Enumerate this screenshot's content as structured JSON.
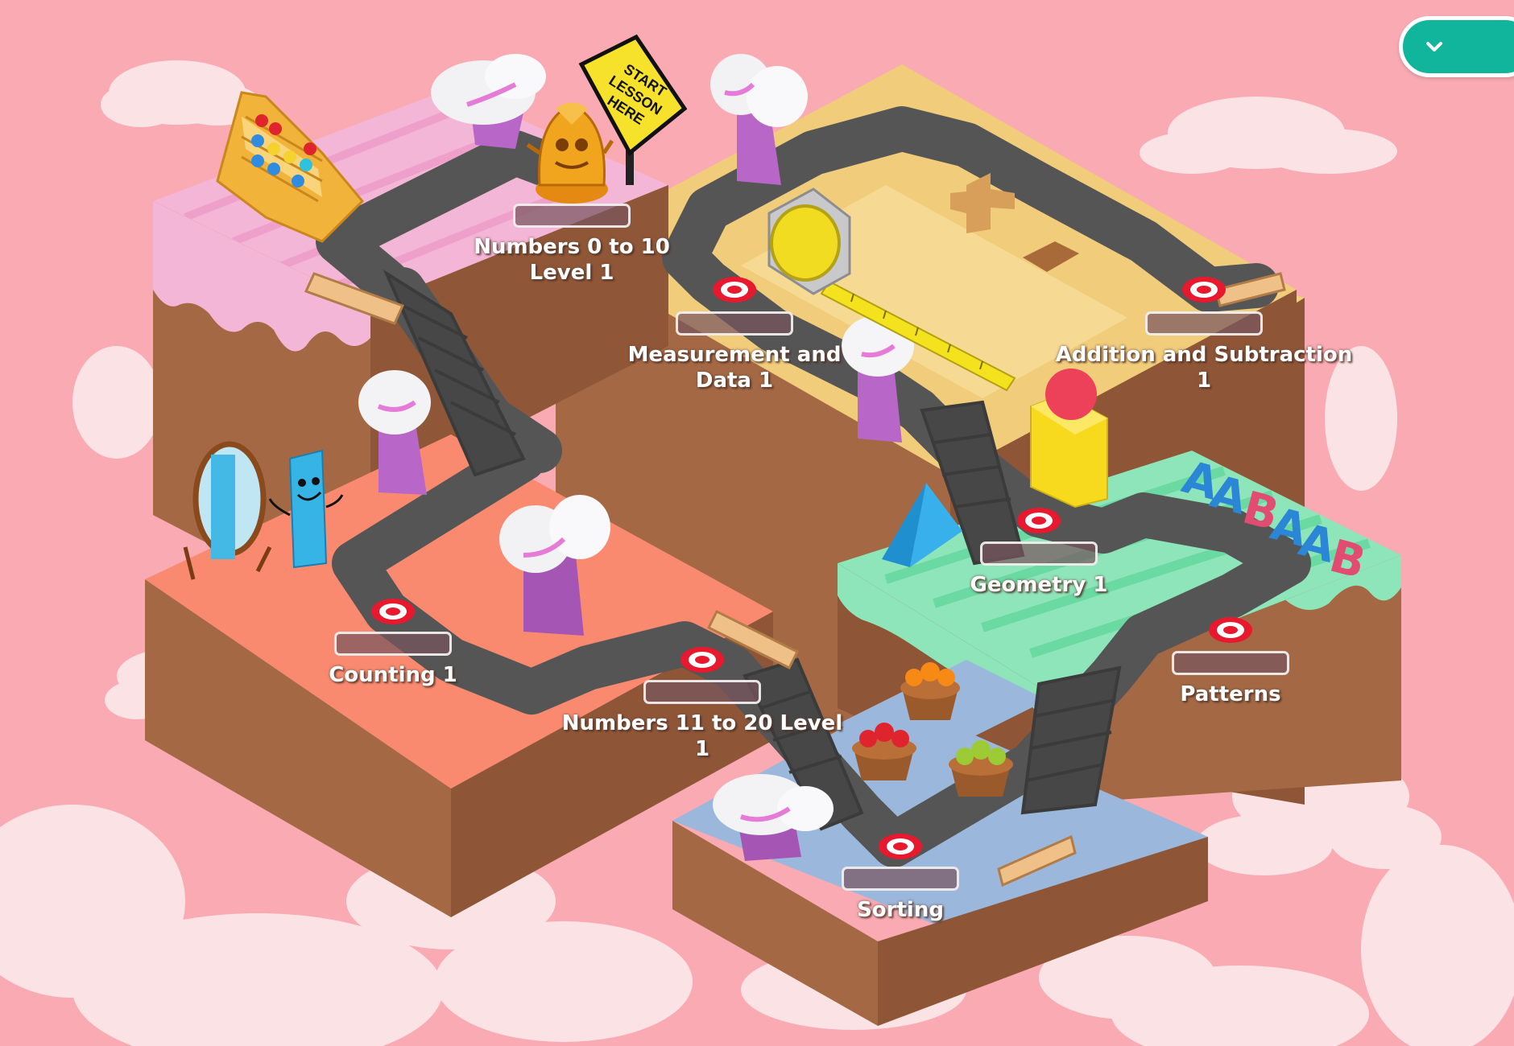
{
  "sign": {
    "lines": [
      "START",
      "LESSON",
      "HERE"
    ]
  },
  "menu": {
    "icon": "chevron-down-icon"
  },
  "levels": [
    {
      "id": "numbers-0-10",
      "name": "Numbers 0 to 10 Level 1"
    },
    {
      "id": "measurement",
      "name": "Measurement and Data 1"
    },
    {
      "id": "addition",
      "name": "Addition and Subtraction 1"
    },
    {
      "id": "counting",
      "name": "Counting 1"
    },
    {
      "id": "geometry",
      "name": "Geometry 1"
    },
    {
      "id": "numbers-11-20",
      "name": "Numbers 11 to 20 Level 1"
    },
    {
      "id": "patterns",
      "name": "Patterns"
    },
    {
      "id": "sorting",
      "name": "Sorting"
    }
  ],
  "patterns_letters": [
    "A",
    "A",
    "B",
    "A",
    "A",
    "B"
  ],
  "colors": {
    "background": "#f9aab3",
    "cloud": "#fbe3e5",
    "road": "#555555",
    "dirt": "#a56a45",
    "accent": "#10b59c",
    "marker": "#e8182e"
  }
}
